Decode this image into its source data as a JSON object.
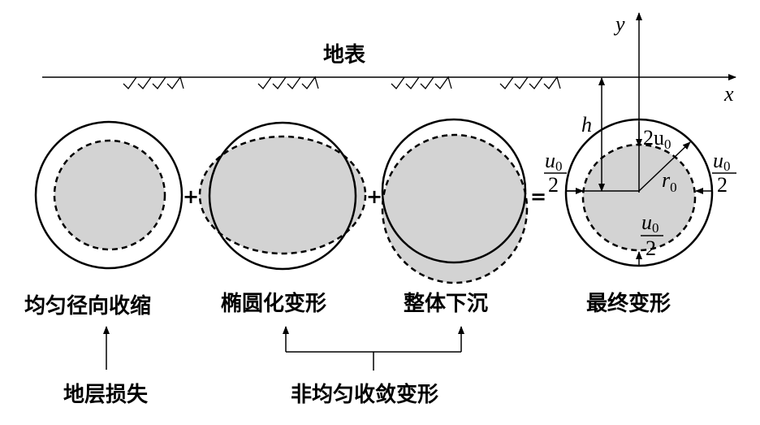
{
  "labels": {
    "ground_surface": "地表",
    "x_axis": "x",
    "y_axis": "y",
    "depth": "h",
    "radius": "r",
    "radius_sub": "0",
    "top_disp_coef": "2u",
    "top_disp_sub": "0",
    "u": "u",
    "u_sub": "0",
    "den": "2",
    "plus": "+",
    "equals": "="
  },
  "stages": [
    {
      "label": "均匀径向收缩"
    },
    {
      "label": "椭圆化变形"
    },
    {
      "label": "整体下沉"
    },
    {
      "label": "最终变形"
    }
  ],
  "causes": {
    "ground_loss": "地层损失",
    "nonuniform": "非均匀收敛变形"
  },
  "colors": {
    "fill": "#d3d3d3",
    "stroke": "#000000"
  }
}
